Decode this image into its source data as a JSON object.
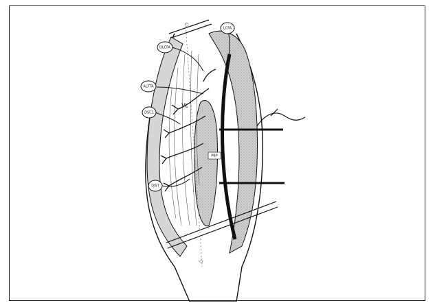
{
  "figure": {
    "labels": {
      "top_right": "LCFA",
      "upper_left": "DLCFA",
      "mid_left": "ALFTA",
      "middle_left": "DSC1",
      "lower_left": "DIST",
      "region": "VL",
      "flap": "PBP"
    },
    "colors": {
      "line": "#111111",
      "shade": "#c8c8c8",
      "background": "#ffffff"
    }
  }
}
